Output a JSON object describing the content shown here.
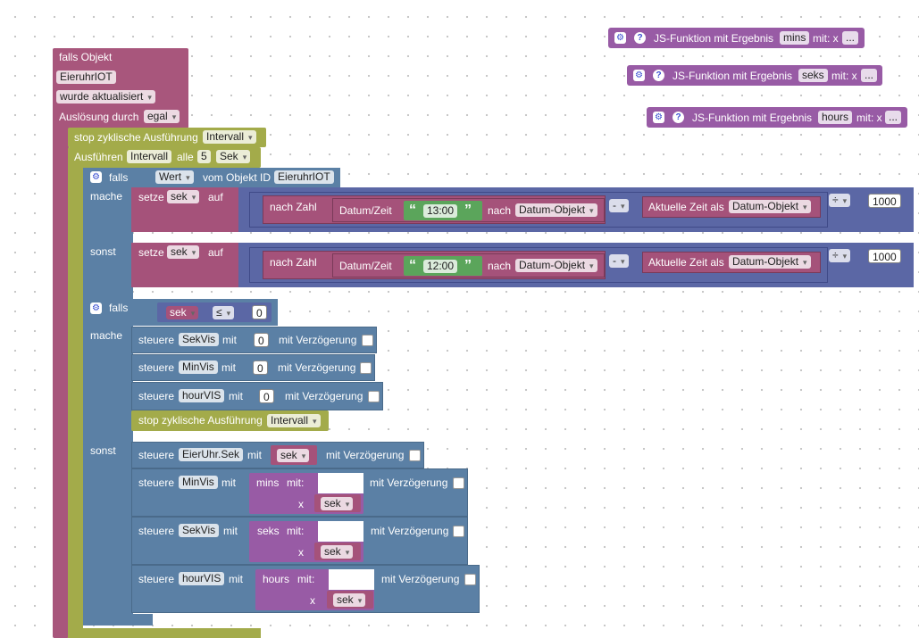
{
  "js_functions": [
    {
      "title": "JS-Funktion mit Ergebnis",
      "name": "mins",
      "suffix": "mit: x",
      "ellipsis": "..."
    },
    {
      "title": "JS-Funktion mit Ergebnis",
      "name": "seks",
      "suffix": "mit: x",
      "ellipsis": "..."
    },
    {
      "title": "JS-Funktion mit Ergebnis",
      "name": "hours",
      "suffix": "mit: x",
      "ellipsis": "..."
    }
  ],
  "trigger": {
    "label": "falls Objekt",
    "object": "EieruhrIOT",
    "event": "wurde aktualisiert",
    "by_label": "Auslösung durch",
    "by_value": "egal"
  },
  "stop_interval": {
    "label": "stop zyklische Ausführung",
    "name": "Intervall"
  },
  "interval": {
    "label": "Ausführen",
    "name": "Intervall",
    "every": "alle",
    "count": "5",
    "unit": "Sek"
  },
  "if1": {
    "falls": "falls",
    "wert": "Wert",
    "from": "vom Objekt ID",
    "object": "EieruhrIOT",
    "mache": "mache",
    "sonst": "sonst",
    "rows": [
      {
        "set": "setze",
        "var": "sek",
        "auf": "auf",
        "nach_zahl": "nach Zahl",
        "datetime": "Datum/Zeit",
        "time": "13:00",
        "nach": "nach",
        "target": "Datum-Objekt",
        "op": "-",
        "now": "Aktuelle Zeit als",
        "now_fmt": "Datum-Objekt",
        "div": "÷",
        "divisor": "1000"
      },
      {
        "set": "setze",
        "var": "sek",
        "auf": "auf",
        "nach_zahl": "nach Zahl",
        "datetime": "Datum/Zeit",
        "time": "12:00",
        "nach": "nach",
        "target": "Datum-Objekt",
        "op": "-",
        "now": "Aktuelle Zeit als",
        "now_fmt": "Datum-Objekt",
        "div": "÷",
        "divisor": "1000"
      }
    ]
  },
  "if2": {
    "falls": "falls",
    "var": "sek",
    "op": "≤",
    "value": "0",
    "mache": "mache",
    "sonst": "sonst",
    "then_rows": [
      {
        "ctrl": "steuere",
        "target": "SekVis",
        "mit": "mit",
        "value": "0",
        "delay": "mit Verzögerung"
      },
      {
        "ctrl": "steuere",
        "target": "MinVis",
        "mit": "mit",
        "value": "0",
        "delay": "mit Verzögerung"
      },
      {
        "ctrl": "steuere",
        "target": "hourVIS",
        "mit": "mit",
        "value": "0",
        "delay": "mit Verzögerung"
      }
    ],
    "stop": {
      "label": "stop zyklische Ausführung",
      "name": "Intervall"
    },
    "else_rows": [
      {
        "ctrl": "steuere",
        "target": "EierUhr.Sek",
        "mit": "mit",
        "var": "sek",
        "delay": "mit Verzögerung"
      },
      {
        "ctrl": "steuere",
        "target": "MinVis",
        "mit": "mit",
        "fn": "mins",
        "fn_mit": "mit:",
        "x": "x",
        "var": "sek",
        "delay": "mit Verzögerung"
      },
      {
        "ctrl": "steuere",
        "target": "SekVis",
        "mit": "mit",
        "fn": "seks",
        "fn_mit": "mit:",
        "x": "x",
        "var": "sek",
        "delay": "mit Verzögerung"
      },
      {
        "ctrl": "steuere",
        "target": "hourVIS",
        "mit": "mit",
        "fn": "hours",
        "fn_mit": "mit:",
        "x": "x",
        "var": "sek",
        "delay": "mit Verzögerung"
      }
    ]
  },
  "icons": {
    "gear": "gear-icon",
    "help": "help-icon"
  }
}
